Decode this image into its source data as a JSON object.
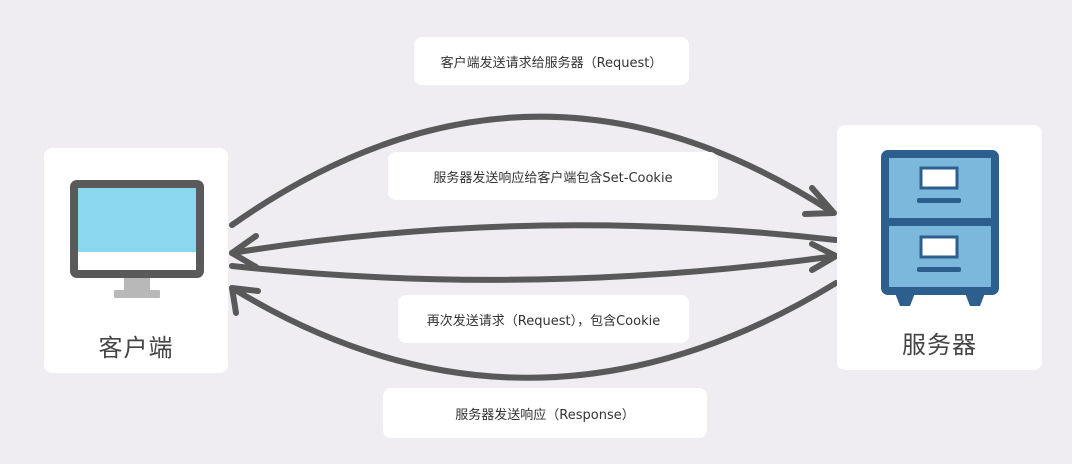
{
  "client": {
    "label": "客户端",
    "icon": "monitor-icon"
  },
  "server": {
    "label": "服务器",
    "icon": "filing-cabinet-icon"
  },
  "messages": [
    {
      "text": "客户端发送请求给服务器（Request）"
    },
    {
      "text": "服务器发送响应给客户端包含Set-Cookie"
    },
    {
      "text": "再次发送请求（Request），包含Cookie"
    },
    {
      "text": "服务器发送响应（Response）"
    }
  ],
  "colors": {
    "background": "#efedf2",
    "arrow": "#595959",
    "screen": "#8ad8f0",
    "cabinet": "#2d5f8e",
    "drawer": "#7cb8dc"
  }
}
